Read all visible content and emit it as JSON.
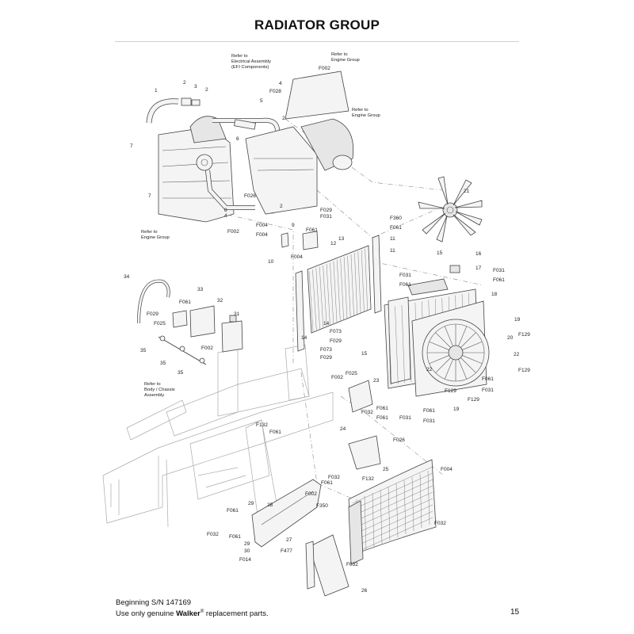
{
  "header": {
    "title": "RADIATOR GROUP"
  },
  "footer": {
    "serial": "Beginning S/N 147169",
    "note_prefix": "Use only genuine ",
    "brand": "Walker",
    "reg": "®",
    "note_suffix": " replacement parts.",
    "page_number": "15"
  },
  "notes": {
    "electrical": [
      "Refer to",
      "Electrical Assembly",
      "(EFI Components)"
    ],
    "engine_top": [
      "Refer to",
      "Engine Group"
    ],
    "engine_mid": [
      "Refer to",
      "Engine Group"
    ],
    "engine_left": [
      "Refer to",
      "Engine Group"
    ],
    "body": [
      "Refer to",
      "Body / Chassis",
      "Assembly"
    ]
  },
  "callouts": [
    {
      "t": "1"
    },
    {
      "t": "2"
    },
    {
      "t": "3"
    },
    {
      "t": "2"
    },
    {
      "t": "F002"
    },
    {
      "t": "4"
    },
    {
      "t": "F028"
    },
    {
      "t": "5"
    },
    {
      "t": "2"
    },
    {
      "t": "6"
    },
    {
      "t": "7"
    },
    {
      "t": "7"
    },
    {
      "t": "F026"
    },
    {
      "t": "2"
    },
    {
      "t": "8"
    },
    {
      "t": "4"
    },
    {
      "t": "F002"
    },
    {
      "t": "21"
    },
    {
      "t": "F029"
    },
    {
      "t": "F031"
    },
    {
      "t": "F360"
    },
    {
      "t": "F061"
    },
    {
      "t": "F004"
    },
    {
      "t": "9"
    },
    {
      "t": "F061"
    },
    {
      "t": "F004"
    },
    {
      "t": "12"
    },
    {
      "t": "13"
    },
    {
      "t": "11"
    },
    {
      "t": "10"
    },
    {
      "t": "F004"
    },
    {
      "t": "11"
    },
    {
      "t": "15"
    },
    {
      "t": "16"
    },
    {
      "t": "17"
    },
    {
      "t": "F031"
    },
    {
      "t": "F061"
    },
    {
      "t": "F031"
    },
    {
      "t": "F061"
    },
    {
      "t": "18"
    },
    {
      "t": "34"
    },
    {
      "t": "33"
    },
    {
      "t": "F061"
    },
    {
      "t": "32"
    },
    {
      "t": "F029"
    },
    {
      "t": "F025"
    },
    {
      "t": "31"
    },
    {
      "t": "14"
    },
    {
      "t": "F073"
    },
    {
      "t": "F029"
    },
    {
      "t": "14"
    },
    {
      "t": "F073"
    },
    {
      "t": "F029"
    },
    {
      "t": "15"
    },
    {
      "t": "19"
    },
    {
      "t": "F129"
    },
    {
      "t": "20"
    },
    {
      "t": "22"
    },
    {
      "t": "F129"
    },
    {
      "t": "35"
    },
    {
      "t": "35"
    },
    {
      "t": "35"
    },
    {
      "t": "F002"
    },
    {
      "t": "F002"
    },
    {
      "t": "F025"
    },
    {
      "t": "23"
    },
    {
      "t": "22"
    },
    {
      "t": "F129"
    },
    {
      "t": "F061"
    },
    {
      "t": "F031"
    },
    {
      "t": "F129"
    },
    {
      "t": "F032"
    },
    {
      "t": "F061"
    },
    {
      "t": "F061"
    },
    {
      "t": "F031"
    },
    {
      "t": "F061"
    },
    {
      "t": "F031"
    },
    {
      "t": "19"
    },
    {
      "t": "F132"
    },
    {
      "t": "F061"
    },
    {
      "t": "24"
    },
    {
      "t": "F026"
    },
    {
      "t": "F004"
    },
    {
      "t": "25"
    },
    {
      "t": "F132"
    },
    {
      "t": "F032"
    },
    {
      "t": "F061"
    },
    {
      "t": "F002"
    },
    {
      "t": "F350"
    },
    {
      "t": "29"
    },
    {
      "t": "28"
    },
    {
      "t": "F061"
    },
    {
      "t": "F032"
    },
    {
      "t": "F061"
    },
    {
      "t": "29"
    },
    {
      "t": "30"
    },
    {
      "t": "F014"
    },
    {
      "t": "27"
    },
    {
      "t": "F477"
    },
    {
      "t": "F032"
    },
    {
      "t": "26"
    },
    {
      "t": "F032"
    }
  ]
}
